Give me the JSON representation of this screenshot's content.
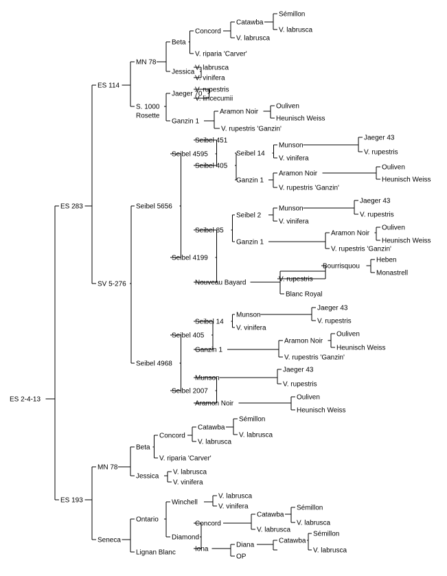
{
  "title": "",
  "colors": {
    "line": "#000000",
    "text": "#000000",
    "background": "#ffffff"
  },
  "tree": {
    "label": "ES 2-4-13",
    "children": [
      {
        "label": "ES 283",
        "children": [
          {
            "label": "ES 114",
            "children": [
              {
                "label": "MN 78",
                "children": [
                  {
                    "label": "Beta",
                    "children": [
                      {
                        "label": "Concord",
                        "children": [
                          {
                            "label": "Catawba",
                            "children": [
                              {
                                "label": "Sémillon"
                              },
                              {
                                "label": "V. labrusca"
                              }
                            ]
                          },
                          {
                            "label": "V. labrusca"
                          }
                        ]
                      },
                      {
                        "label": "V. riparia 'Carver'"
                      }
                    ]
                  },
                  {
                    "label": "Jessica",
                    "children": [
                      {
                        "label": "V. labrusca"
                      },
                      {
                        "label": "V. vinifera"
                      }
                    ]
                  }
                ]
              },
              {
                "label": "S. 1000",
                "label2": "Rosette",
                "children": [
                  {
                    "label": "Jaeger 70",
                    "children": [
                      {
                        "label": "V. rupestris"
                      },
                      {
                        "label": "V. lincecumii"
                      }
                    ]
                  },
                  {
                    "label": "Ganzin 1",
                    "children": [
                      {
                        "label": "Aramon Noir",
                        "children": [
                          {
                            "label": "Ouliven"
                          },
                          {
                            "label": "Heunisch Weiss"
                          }
                        ]
                      },
                      {
                        "label": "V. rupestris 'Ganzin'"
                      }
                    ]
                  }
                ]
              }
            ]
          },
          {
            "label": "SV 5-276",
            "children": [
              {
                "label": "Seibel 5656",
                "children": [
                  {
                    "label": "Seibel 4595",
                    "children": [
                      {
                        "label": "Seibel 451"
                      },
                      {
                        "label": "Seibel 405",
                        "children": [
                          {
                            "label": "Seibel 14",
                            "children": [
                              {
                                "label": "Munson",
                                "children": [
                                  {
                                    "label": "Jaeger 43"
                                  },
                                  {
                                    "label": "V. rupestris"
                                  }
                                ]
                              },
                              {
                                "label": "V. vinifera"
                              }
                            ]
                          },
                          {
                            "label": "Ganzin 1",
                            "children": [
                              {
                                "label": "Aramon Noir",
                                "children": [
                                  {
                                    "label": "Ouliven"
                                  },
                                  {
                                    "label": "Heunisch Weiss"
                                  }
                                ]
                              },
                              {
                                "label": "V. rupestris 'Ganzin'"
                              }
                            ]
                          }
                        ]
                      }
                    ]
                  },
                  {
                    "label": "Seibel 4199",
                    "children": [
                      {
                        "label": "Seibel 85",
                        "children": [
                          {
                            "label": "Seibel 2",
                            "children": [
                              {
                                "label": "Munson",
                                "children": [
                                  {
                                    "label": "Jaeger 43"
                                  },
                                  {
                                    "label": "V. rupestris"
                                  }
                                ]
                              },
                              {
                                "label": "V. vinifera"
                              }
                            ]
                          },
                          {
                            "label": "Ganzin 1",
                            "children": [
                              {
                                "label": "Aramon Noir",
                                "children": [
                                  {
                                    "label": "Ouliven"
                                  },
                                  {
                                    "label": "Heunisch Weiss"
                                  }
                                ]
                              },
                              {
                                "label": "V. rupestris 'Ganzin'"
                              }
                            ]
                          }
                        ]
                      },
                      {
                        "label": "Nouveau Bayard",
                        "children": [
                          {
                            "label": "",
                            "children": [
                              {
                                "label": "Bourrisquou",
                                "children": [
                                  {
                                    "label": "Heben"
                                  },
                                  {
                                    "label": "Monastrell"
                                  }
                                ]
                              },
                              {
                                "label": "V. rupestris"
                              }
                            ]
                          },
                          {
                            "label": "Blanc Royal"
                          }
                        ]
                      }
                    ]
                  }
                ]
              },
              {
                "label": "Seibel 4968",
                "children": [
                  {
                    "label": "Seibel 405",
                    "children": [
                      {
                        "label": "Seibel 14",
                        "children": [
                          {
                            "label": "Munson",
                            "children": [
                              {
                                "label": "Jaeger 43"
                              },
                              {
                                "label": "V. rupestris"
                              }
                            ]
                          },
                          {
                            "label": "V. vinifera"
                          }
                        ]
                      },
                      {
                        "label": "Ganzin 1",
                        "children": [
                          {
                            "label": "Aramon Noir",
                            "children": [
                              {
                                "label": "Ouliven"
                              },
                              {
                                "label": "Heunisch Weiss"
                              }
                            ]
                          },
                          {
                            "label": "V. rupestris 'Ganzin'"
                          }
                        ]
                      }
                    ]
                  },
                  {
                    "label": "Seibel 2007",
                    "children": [
                      {
                        "label": "Munson",
                        "children": [
                          {
                            "label": "Jaeger 43"
                          },
                          {
                            "label": "V. rupestris"
                          }
                        ]
                      },
                      {
                        "label": "Aramon Noir",
                        "children": [
                          {
                            "label": "Ouliven"
                          },
                          {
                            "label": "Heunisch Weiss"
                          }
                        ]
                      }
                    ]
                  }
                ]
              }
            ]
          }
        ]
      },
      {
        "label": "ES 193",
        "children": [
          {
            "label": "MN 78",
            "children": [
              {
                "label": "Beta",
                "children": [
                  {
                    "label": "Concord",
                    "children": [
                      {
                        "label": "Catawba",
                        "children": [
                          {
                            "label": "Sémillon"
                          },
                          {
                            "label": "V. labrusca"
                          }
                        ]
                      },
                      {
                        "label": "V. labrusca"
                      }
                    ]
                  },
                  {
                    "label": "V. riparia 'Carver'"
                  }
                ]
              },
              {
                "label": "Jessica",
                "children": [
                  {
                    "label": "V. labrusca"
                  },
                  {
                    "label": "V. vinifera"
                  }
                ]
              }
            ]
          },
          {
            "label": "Seneca",
            "children": [
              {
                "label": "Ontario",
                "children": [
                  {
                    "label": "Winchell",
                    "children": [
                      {
                        "label": "V. labrusca"
                      },
                      {
                        "label": "V. vinifera"
                      }
                    ]
                  },
                  {
                    "label": "Diamond",
                    "children": [
                      {
                        "label": "Concord",
                        "children": [
                          {
                            "label": "Catawba",
                            "children": [
                              {
                                "label": "Sémillon"
                              },
                              {
                                "label": "V. labrusca"
                              }
                            ]
                          },
                          {
                            "label": "V. labrusca"
                          }
                        ]
                      },
                      {
                        "label": "Iona",
                        "children": [
                          {
                            "label": "Diana",
                            "children": [
                              {
                                "label": "Catawba",
                                "children": [
                                  {
                                    "label": "Sémillon"
                                  },
                                  {
                                    "label": "V. labrusca"
                                  }
                                ]
                              },
                              {
                                "label": ""
                              }
                            ]
                          },
                          {
                            "label": "OP"
                          }
                        ]
                      }
                    ]
                  }
                ]
              },
              {
                "label": "Lignan Blanc"
              }
            ]
          }
        ]
      }
    ]
  }
}
